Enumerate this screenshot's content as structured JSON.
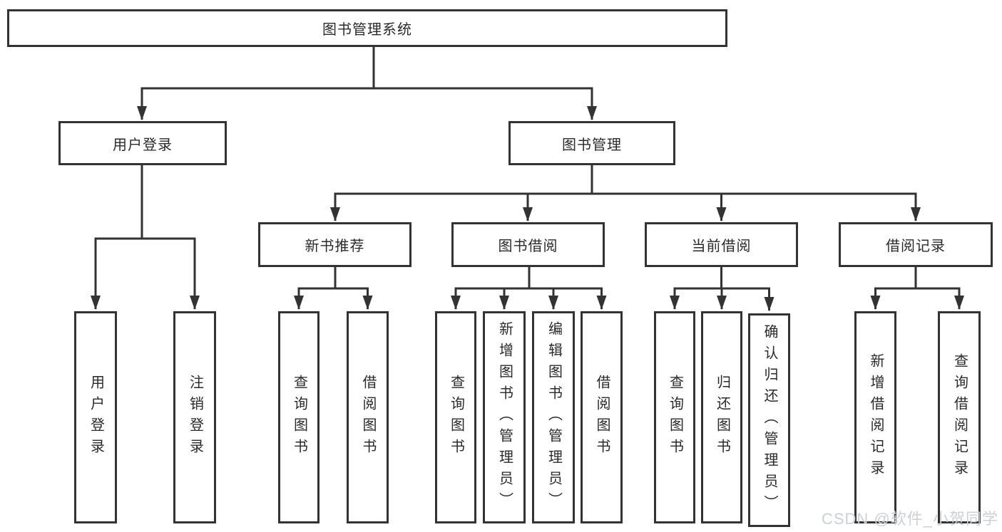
{
  "tree": {
    "root": "图书管理系统",
    "children": [
      {
        "label": "用户登录",
        "children": [
          "用户登录",
          "注销登录"
        ]
      },
      {
        "label": "图书管理",
        "children": [
          {
            "label": "新书推荐",
            "children": [
              "查询图书",
              "借阅图书"
            ]
          },
          {
            "label": "图书借阅",
            "children": [
              "查询图书",
              "新增图书（管理员）",
              "编辑图书（管理员）",
              "借阅图书"
            ]
          },
          {
            "label": "当前借阅",
            "children": [
              "查询图书",
              "归还图书",
              "确认归还（管理员）"
            ]
          },
          {
            "label": "借阅记录",
            "children": [
              "新增借阅记录",
              "查询借阅记录"
            ]
          }
        ]
      }
    ]
  },
  "watermark": {
    "text": "CSDN @软件_小贺同学"
  },
  "colors": {
    "line": "#333333",
    "box_border": "#333333",
    "text": "#2a2a2a",
    "background": "#ffffff",
    "watermark_text": "#cdd0d5"
  }
}
